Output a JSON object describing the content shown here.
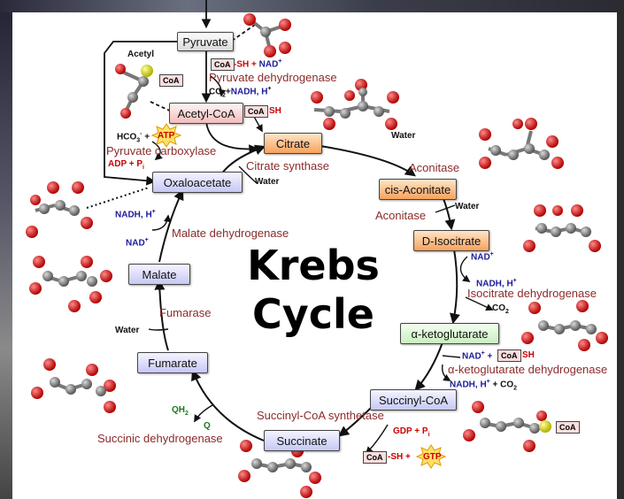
{
  "title_line1": "Krebs",
  "title_line2": "Cycle",
  "metabolites": {
    "pyruvate": "Pyruvate",
    "acetyl_coa": "Acetyl-CoA",
    "citrate": "Citrate",
    "cis_aconitate": "cis-Aconitate",
    "d_isocitrate": "D-Isocitrate",
    "a_ketoglutarate": "α-ketoglutarate",
    "succinyl_coa": "Succinyl-CoA",
    "succinate": "Succinate",
    "fumarate": "Fumarate",
    "malate": "Malate",
    "oxaloacetate": "Oxaloacetate"
  },
  "enzymes": {
    "pyruvate_dehydrogenase": "Pyruvate dehydrogenase",
    "pyruvate_carboxylase": "Pyruvate carboxylase",
    "citrate_synthase": "Citrate synthase",
    "aconitase_1": "Aconitase",
    "aconitase_2": "Aconitase",
    "isocitrate_dehydrogenase": "Isocitrate dehydrogenase",
    "akg_dehydrogenase": "α-ketoglutarate dehydrogenase",
    "succinyl_coa_synthetase": "Succinyl-CoA synthetase",
    "succinic_dehydrogenase": "Succinic dehydrogenase",
    "fumarase": "Fumarase",
    "malate_dehydrogenase": "Malate dehydrogenase"
  },
  "cofactors": {
    "acetyl": "Acetyl",
    "coa": "CoA",
    "sh": "SH",
    "sh_plus": "-SH + ",
    "nad": "NAD",
    "co2_nadh": "CO",
    "nadh_h": "NADH, H",
    "co2": "CO",
    "hco3": "HCO",
    "atp": "ATP",
    "adp_pi": "ADP + P",
    "water": "Water",
    "gdp_pi": "GDP + P",
    "gtp": "GTP",
    "qh2": "QH",
    "q": "Q"
  }
}
